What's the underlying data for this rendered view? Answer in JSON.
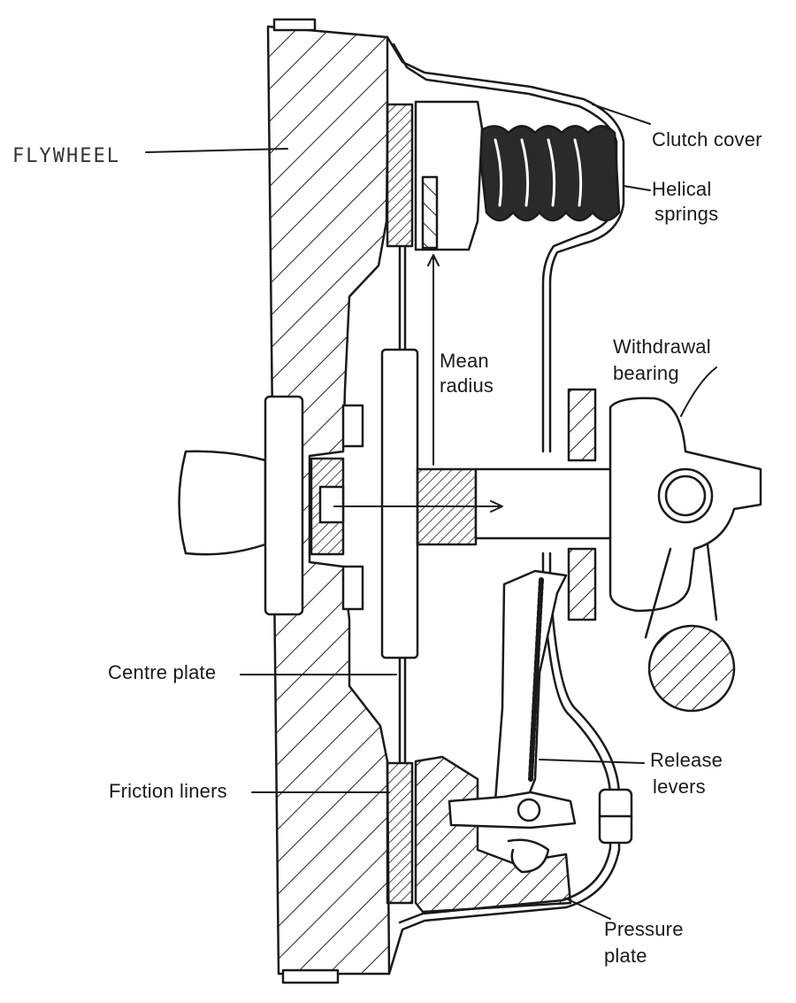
{
  "labels": {
    "flywheel": "FLYWHEEL",
    "clutch_cover": "Clutch cover",
    "helical_springs_line1": "Helical",
    "helical_springs_line2": "springs",
    "withdrawal_bearing_line1": "Withdrawal",
    "withdrawal_bearing_line2": "bearing",
    "mean_radius_line1": "Mean",
    "mean_radius_line2": "radius",
    "centre_plate": "Centre plate",
    "friction_liners": "Friction liners",
    "release_levers_line1": "Release",
    "release_levers_line2": "levers",
    "pressure_plate_line1": "Pressure",
    "pressure_plate_line2": "plate"
  }
}
